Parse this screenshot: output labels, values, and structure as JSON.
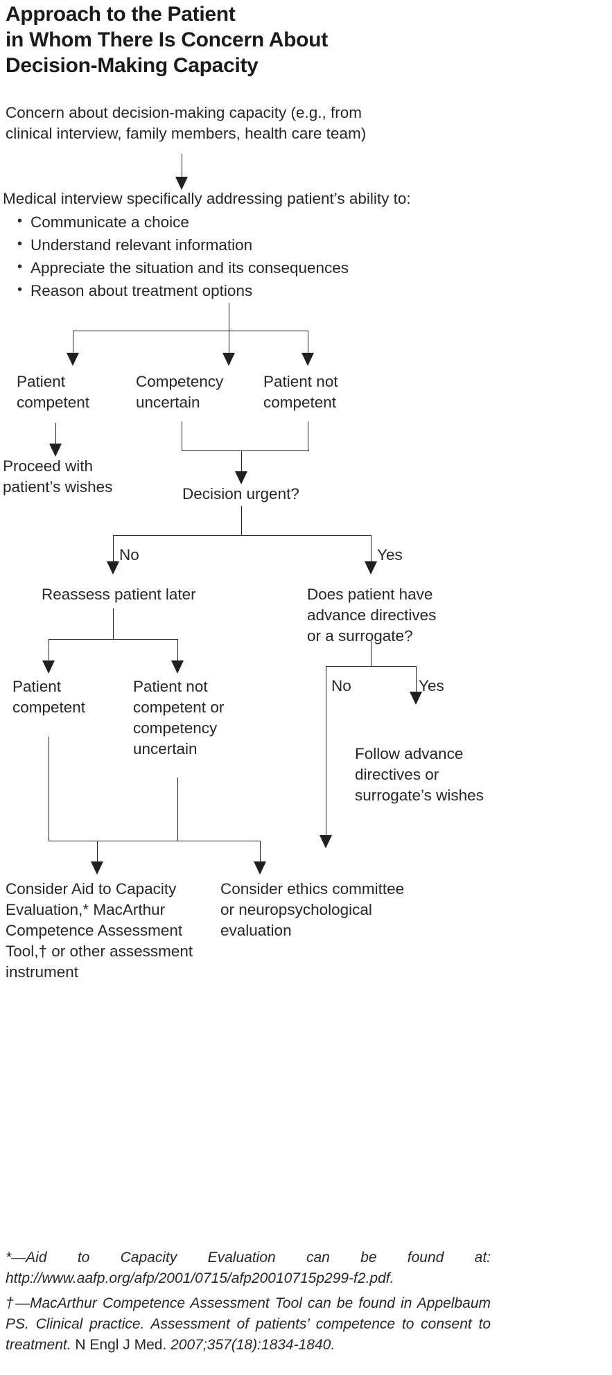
{
  "title": {
    "lines": [
      "Approach to the Patient",
      "in Whom There Is Concern About",
      "Decision-Making Capacity"
    ]
  },
  "nodes": {
    "concern": "Concern about decision-making capacity (e.g., from\nclinical interview, family members, health care team)",
    "interview_heading": "Medical interview specifically addressing patient’s ability to:",
    "interview_bullets": [
      "Communicate a choice",
      "Understand relevant information",
      "Appreciate the situation and its consequences",
      "Reason about treatment options"
    ],
    "patient_competent_1": "Patient\ncompetent",
    "competency_uncertain_1": "Competency\nuncertain",
    "patient_not_competent_1": "Patient not\ncompetent",
    "proceed_wishes": "Proceed with\npatient’s wishes",
    "decision_urgent": "Decision urgent?",
    "reassess_later": "Reassess patient later",
    "advance_directives_q": "Does patient have\nadvance directives\nor a surrogate?",
    "patient_competent_2": "Patient\ncompetent",
    "patient_not_competent_2": "Patient not\ncompetent or\ncompetency\nuncertain",
    "follow_advance": "Follow advance\ndirectives or\nsurrogate’s wishes",
    "consider_aid": "Consider Aid to Capacity\nEvaluation,* MacArthur\nCompetence Assessment\nTool,† or other assessment\ninstrument",
    "consider_ethics": "Consider ethics committee\nor neuropsychological\nevaluation"
  },
  "edge_labels": {
    "urgent_no": "No",
    "urgent_yes": "Yes",
    "directives_no": "No",
    "directives_yes": "Yes"
  },
  "footnotes": [
    {
      "id": "footnote-aid-to-capacity",
      "segments": [
        {
          "text": "*—Aid to Capacity Evaluation can be found at: http://www.aafp.org/afp/2001/0715/afp20010715p299-f2.pdf.",
          "style": "italic"
        }
      ]
    },
    {
      "id": "footnote-macarthur",
      "segments": [
        {
          "text": "†—MacArthur Competence Assessment Tool can be found in Appelbaum PS. Clinical practice. Assessment of patients’ competence to consent to treatment. ",
          "style": "italic"
        },
        {
          "text": "N Engl J Med. ",
          "style": "upright"
        },
        {
          "text": "2007;357(18):1834-1840.",
          "style": "italic"
        }
      ]
    }
  ],
  "colors": {
    "text": "#2a2627",
    "title": "#1a1a1a",
    "line": "#231f20",
    "background": "#ffffff"
  }
}
